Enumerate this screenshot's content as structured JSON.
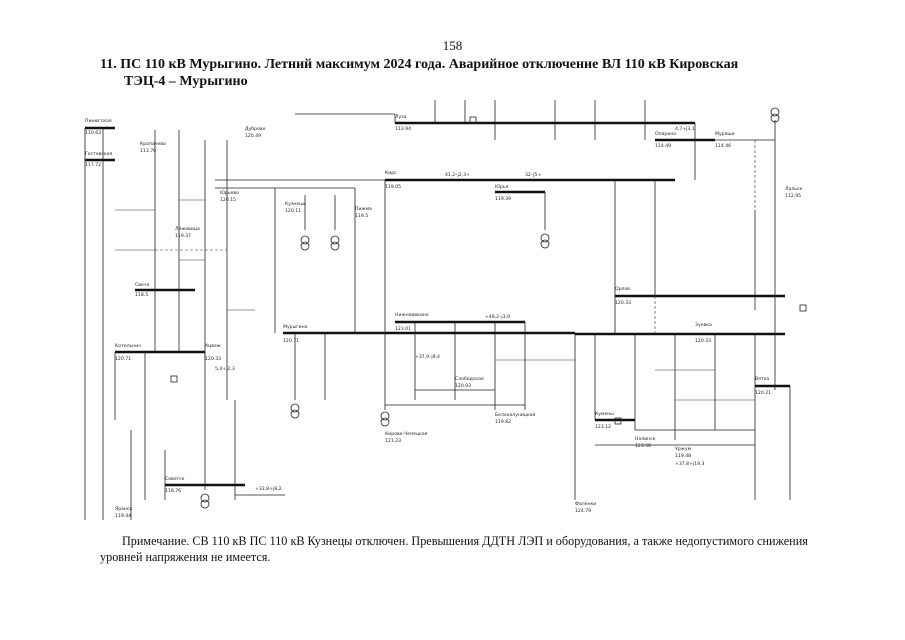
{
  "page_number": "158",
  "title_line1": "11. ПС 110 кВ Мурыгино. Летний максимум 2024 года. Аварийное отключение ВЛ 110 кВ Кировская",
  "title_line2": "ТЭЦ-4 – Мурыгино",
  "note": "Примечание. СВ 110 кВ ПС 110 кВ Кузнецы отключен. Превышения ДДТН ЛЭП и оборудования, а также недопустимого снижения уровней напряжения не имеется.",
  "diagram": {
    "substations": [
      {
        "name": "Пинюгская",
        "value": "110.63"
      },
      {
        "name": "Гостевская",
        "value": "117.72"
      },
      {
        "name": "Кропачево",
        "value": "113.76"
      },
      {
        "name": "Свеча",
        "value": "118.5"
      },
      {
        "name": "Ляжевица",
        "value": "119.37"
      },
      {
        "name": "Дуброве",
        "value": "120.49"
      },
      {
        "name": "Юрьево",
        "value": "120.15"
      },
      {
        "name": "Кузнецы",
        "value": "120.11"
      },
      {
        "name": "Пижма",
        "value": "119.5"
      },
      {
        "name": "Юрья",
        "value": "119.39"
      },
      {
        "name": "Мурыгино",
        "value": "120.71"
      },
      {
        "name": "Котельнич",
        "value": "120.71"
      },
      {
        "name": "Ацвеж",
        "value": "120.33"
      },
      {
        "name": "Нижнеивкино",
        "value": "123.01"
      },
      {
        "name": "Слободская",
        "value": "120.93"
      },
      {
        "name": "Белохолуницкая",
        "value": "119.82"
      },
      {
        "name": "Кирово-Чепецкая",
        "value": "121.23"
      },
      {
        "name": "Зуевка",
        "value": "120.33"
      },
      {
        "name": "Орлов",
        "value": "120.33"
      },
      {
        "name": "Вятка",
        "value": "120.21"
      },
      {
        "name": "Кирс",
        "value": "119.05"
      },
      {
        "name": "Луза",
        "value": "113.94"
      },
      {
        "name": "Опарино",
        "value": "114.49"
      },
      {
        "name": "Мураши",
        "value": "114.46"
      },
      {
        "name": "Лальск",
        "value": "112.95"
      },
      {
        "name": "Фаленки",
        "value": "124.79"
      },
      {
        "name": "Кумены",
        "value": "123.12"
      },
      {
        "name": "Нолинск",
        "value": "123.58"
      },
      {
        "name": "Уржум",
        "value": "119.48"
      },
      {
        "name": "Советск",
        "value": "118.76"
      },
      {
        "name": "Яранск",
        "value": "119.44"
      }
    ],
    "flows": [
      {
        "name": "Кирс – Луза",
        "value": "41,2–j2,3+"
      },
      {
        "name": "Луза – Опарино",
        "value": "32–j5+"
      },
      {
        "name": "Опарино – Мураши",
        "value": "4,7+j3,1"
      },
      {
        "name": "Ацвеж – Мурыгино",
        "value": "5,4+j2,3"
      },
      {
        "name": "Мурыгино ТЭЦ-4",
        "value": "+49,2–j3,9"
      },
      {
        "name": "Вятка – Зуевка",
        "value": "+37,8+j19,3"
      },
      {
        "name": "Слободская – Белохолуницкая",
        "value": "+37,9–j9,4"
      },
      {
        "name": "Нижнеивкино – Кирово-Чепецкая",
        "value": "+33,8+j8,2"
      }
    ]
  }
}
